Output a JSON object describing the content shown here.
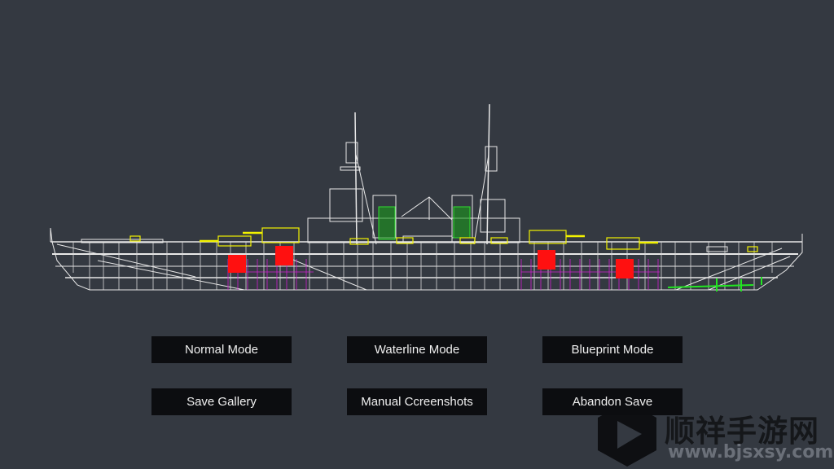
{
  "buttons": {
    "normal_mode": "Normal Mode",
    "waterline_mode": "Waterline Mode",
    "blueprint_mode": "Blueprint Mode",
    "save_gallery": "Save Gallery",
    "manual_screenshots": "Manual Ccreenshots",
    "abandon_save": "Abandon Save"
  },
  "watermark": {
    "site_name": "顺祥手游网",
    "url": "www.bjsxsy.com"
  },
  "colors": {
    "background": "#343941",
    "button_bg": "#0c0d10",
    "wireframe": "#e8e8e8",
    "turret": "#f2f200",
    "funnel": "#1fc21f",
    "magazine": "#ff1010",
    "compartment": "#d020d0",
    "propeller": "#22e622"
  }
}
